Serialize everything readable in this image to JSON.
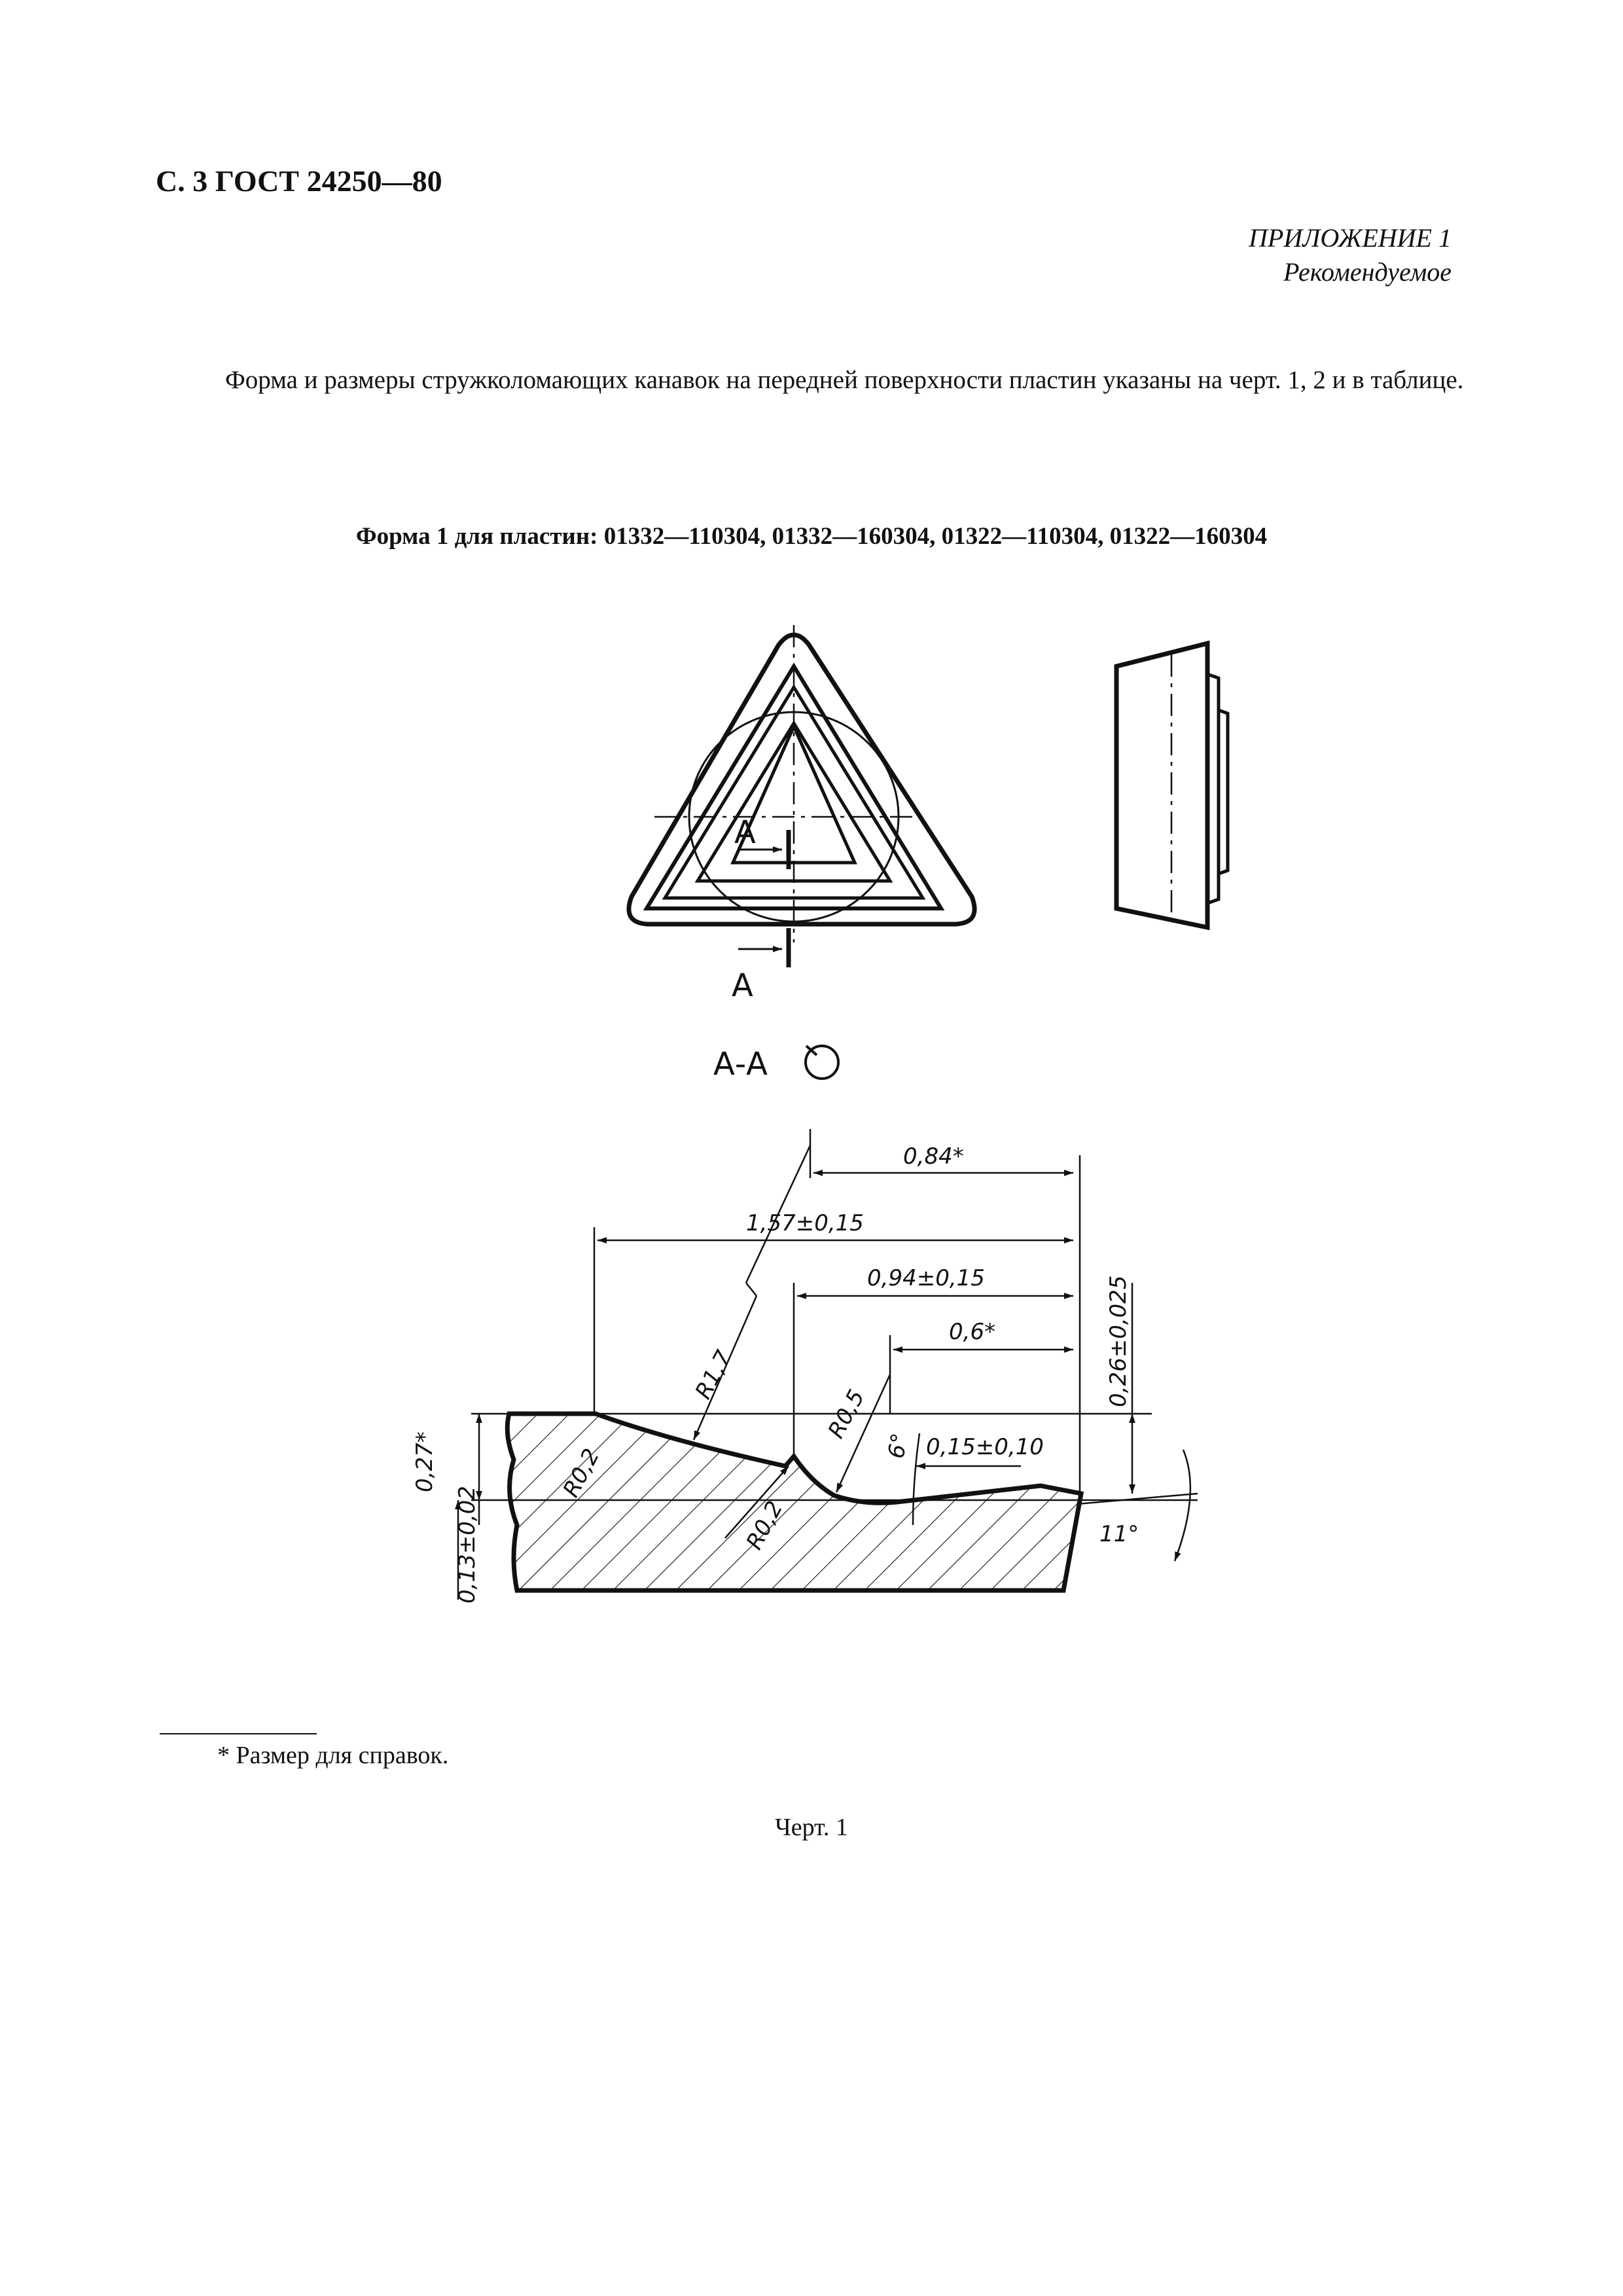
{
  "header": {
    "page_ref": "С. 3 ГОСТ 24250—80"
  },
  "appendix": {
    "title": "ПРИЛОЖЕНИЕ 1",
    "status": "Рекомендуемое"
  },
  "intro_text": "Форма и размеры стружколомающих канавок на передней поверхности пластин указаны на черт. 1, 2 и в таблице.",
  "form_title": "Форма 1 для пластин: 01332—110304, 01332—160304, 01322—110304, 01322—160304",
  "drawing": {
    "section_label_top": "А",
    "section_label_bottom": "А",
    "section_view_title": "А-А",
    "dims": {
      "d084": "0,84*",
      "d157": "1,57±0,15",
      "d094": "0,94±0,15",
      "d06": "0,6*",
      "d026": "0,26±0,025",
      "d027": "0,27*",
      "d013": "0,13±0,02",
      "r17": "R1,7",
      "r05": "R0,5",
      "r02a": "R0,2",
      "r02b": "R0,2",
      "a6": "6°",
      "d015": "0,15±0,10",
      "a11": "11°"
    }
  },
  "footnote": "* Размер для справок.",
  "caption": "Черт. 1"
}
